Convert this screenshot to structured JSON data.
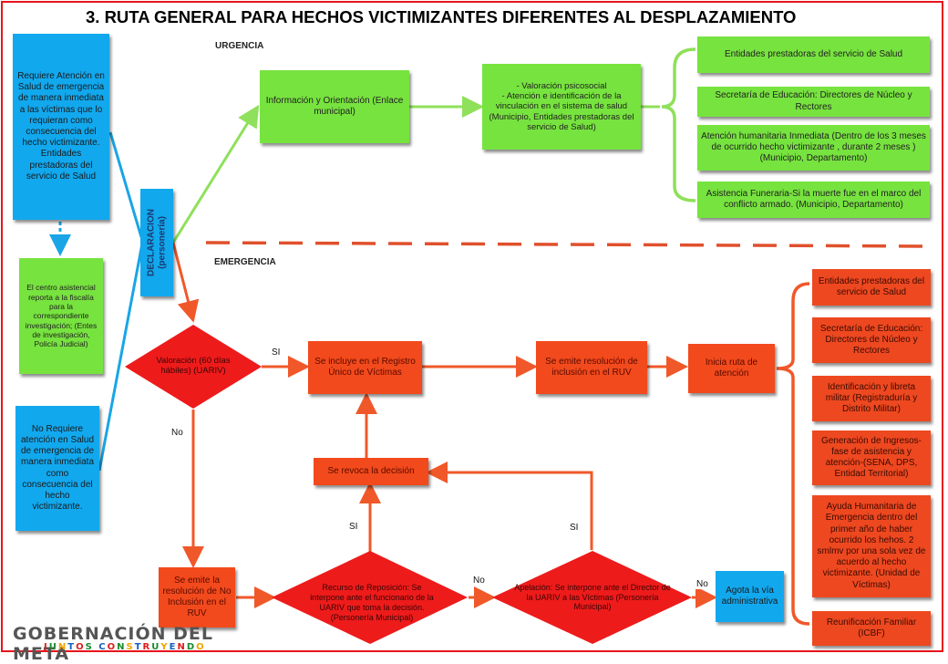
{
  "title": "3. RUTA GENERAL PARA HECHOS VICTIMIZANTES DIFERENTES AL DESPLAZAMIENTO",
  "sections": {
    "urgencia": "URGENCIA",
    "emergencia": "EMERGENCIA"
  },
  "declaracion": {
    "line1": "DECLARACION",
    "line2": "(personería)"
  },
  "left": {
    "requiere": "Requiere Atención en Salud de emergencia de manera inmediata a las víctimas que lo requieran como consecuencia del hecho victimizante. Entidades prestadoras del servicio de Salud",
    "centro": "El centro asistencial reporta a la fiscalía para la correspondiente investigación; (Entes de investigación, Policía Judicial)",
    "no_requiere": "No Requiere atención en Salud de emergencia de manera inmediata como consecuencia del hecho victimizante."
  },
  "urgencia_flow": {
    "informacion": "Información y Orientación (Enlace municipal)",
    "valoracion_items": [
      "-       Valoración psicosocial",
      "-       Atención e identificación de la vinculación en el sistema de salud",
      "(Municipio, Entidades prestadoras del servicio de Salud)"
    ],
    "outcomes": [
      "Entidades prestadoras del servicio de Salud",
      "Secretaría de Educación: Directores de Núcleo y Rectores",
      "Atención humanitaria Inmediata (Dentro de los 3 meses de ocurrido hecho victimizante , durante 2 meses ) (Municipio, Departamento)",
      "Asistencia Funeraria-Si la muerte fue en el marco del conflicto armado. (Municipio, Departamento)"
    ]
  },
  "emergencia_flow": {
    "valoracion": "Valoración (60 días hábiles) (UARIV)",
    "incluye": "Se incluye en el Registro Único de Víctimas",
    "resolucion_inclusion": "Se emite resolución de inclusión en el RUV",
    "inicia_ruta": "Inicia ruta de atención",
    "revoca": "Se revoca la decisión",
    "no_inclusion": "Se emite la resolución de No Inclusión en el RUV",
    "reposicion": "Recurso de Reposición: Se interpone ante el funcionario de la UARIV que toma la decisión. (Personería Municipal)",
    "apelacion": "Apelación: Se interpone ante el Director de la UARIV a las Víctimas (Personería Municipal)",
    "agota": "Agota la vía administrativa",
    "labels": {
      "si_valoracion": "SI",
      "no_valoracion": "No",
      "si_reposicion": "SI",
      "si_apelacion": "SI",
      "no_reposicion": "No",
      "no_apelacion": "No"
    },
    "outcomes": [
      "Entidades prestadoras del servicio de Salud",
      "Secretaría de Educación: Directores de Núcleo y Rectores",
      "Identificación y libreta militar (Registraduría y Distrito Militar)",
      "Generación de Ingresos-fase de asistencia y atención-(SENA, DPS, Entidad Territorial)",
      "Ayuda Humanitaria de Emergencia dentro del primer año de haber ocurrido los hehos. 2 smlmv por una sola vez de acuerdo al hecho victimizante. (Unidad de Víctimas)",
      "Reunificación Familiar (ICBF)"
    ]
  },
  "logo": {
    "line1": "GOBERNACIÓN DEL META",
    "line2": "JUNTOS CONSTRUYENDO"
  },
  "colors": {
    "green": "#77e33f",
    "blue": "#12a8ee",
    "orange": "#f24a1c",
    "red": "#ee1b1b",
    "frame": "#e8141b"
  }
}
